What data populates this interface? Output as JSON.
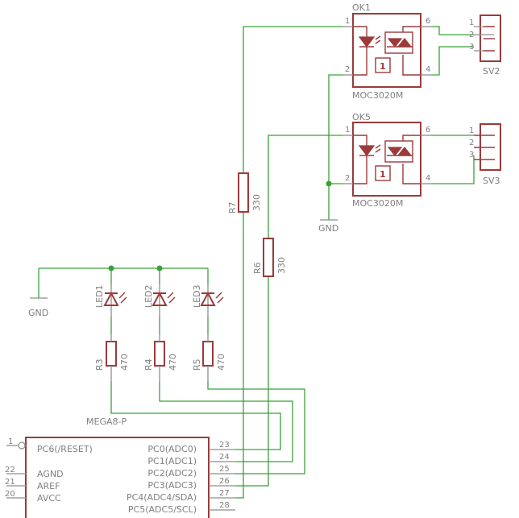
{
  "optocouplers": [
    {
      "name": "OK1",
      "value": "MOC3020M",
      "pins": [
        "1",
        "2",
        "6",
        "4"
      ]
    },
    {
      "name": "OK5",
      "value": "MOC3020M",
      "pins": [
        "1",
        "2",
        "6",
        "4"
      ]
    }
  ],
  "headers": [
    {
      "name": "SV2",
      "pins": [
        "1",
        "2",
        "3"
      ]
    },
    {
      "name": "SV3",
      "pins": [
        "1",
        "2",
        "3"
      ]
    }
  ],
  "resistors": [
    {
      "name": "R7",
      "value": "330"
    },
    {
      "name": "R6",
      "value": "330"
    },
    {
      "name": "R3",
      "value": "470"
    },
    {
      "name": "R4",
      "value": "470"
    },
    {
      "name": "R5",
      "value": "470"
    }
  ],
  "leds": [
    {
      "name": "LED1"
    },
    {
      "name": "LED2"
    },
    {
      "name": "LED3"
    }
  ],
  "ground_labels": [
    "GND",
    "GND"
  ],
  "triac_mark": "1",
  "mcu": {
    "name": "MEGA8-P",
    "left_pins": [
      {
        "num": "1",
        "label": "PC6(/RESET)"
      },
      {
        "num": "22",
        "label": "AGND"
      },
      {
        "num": "21",
        "label": "AREF"
      },
      {
        "num": "20",
        "label": "AVCC"
      }
    ],
    "right_pins": [
      {
        "num": "23",
        "label": "PC0(ADC0)"
      },
      {
        "num": "24",
        "label": "PC1(ADC1)"
      },
      {
        "num": "25",
        "label": "PC2(ADC2)"
      },
      {
        "num": "26",
        "label": "PC3(ADC3)"
      },
      {
        "num": "27",
        "label": "PC4(ADC4/SDA)"
      },
      {
        "num": "28",
        "label": "PC5(ADC5/SCL)"
      }
    ]
  },
  "colors": {
    "wire": "#3aa03a",
    "part": "#9c3a3a",
    "pin": "#8e8e8e",
    "text": "#7f7f7f"
  }
}
